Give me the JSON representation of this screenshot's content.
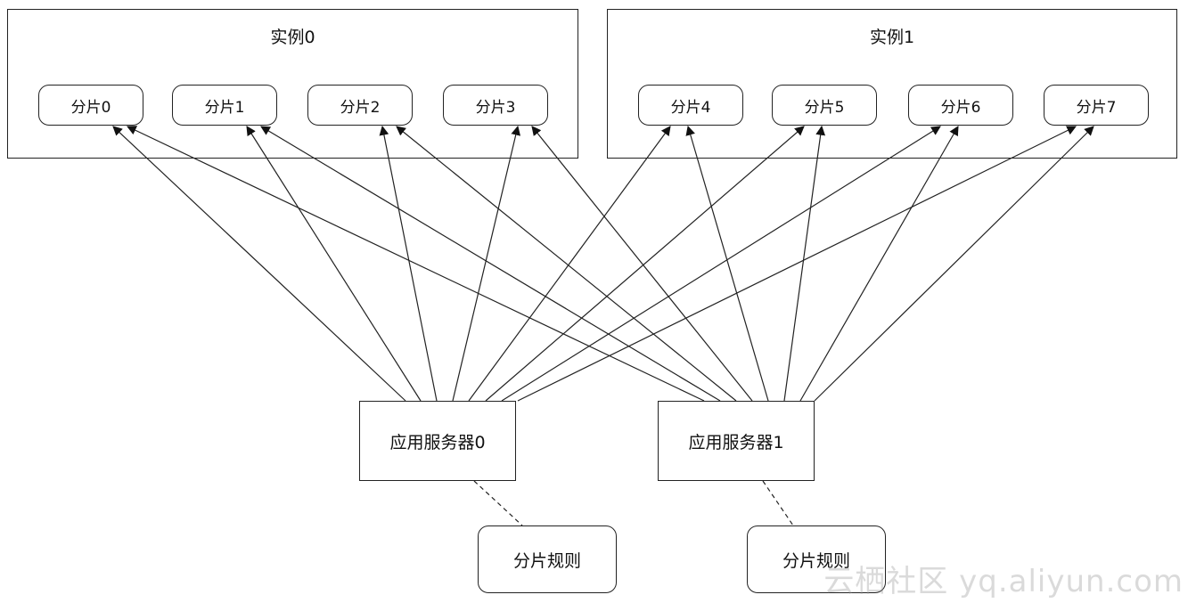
{
  "instances": [
    {
      "title": "实例0",
      "shards": [
        "分片0",
        "分片1",
        "分片2",
        "分片3"
      ]
    },
    {
      "title": "实例1",
      "shards": [
        "分片4",
        "分片5",
        "分片6",
        "分片7"
      ]
    }
  ],
  "servers": [
    {
      "label": "应用服务器0",
      "rule": "分片规则"
    },
    {
      "label": "应用服务器1",
      "rule": "分片规则"
    }
  ],
  "connections": "each server connects to every shard (0-7)",
  "watermark": "云栖社区 yq.aliyun.com",
  "colors": {
    "stroke": "#222222",
    "background": "#ffffff",
    "watermark": "#969696"
  }
}
